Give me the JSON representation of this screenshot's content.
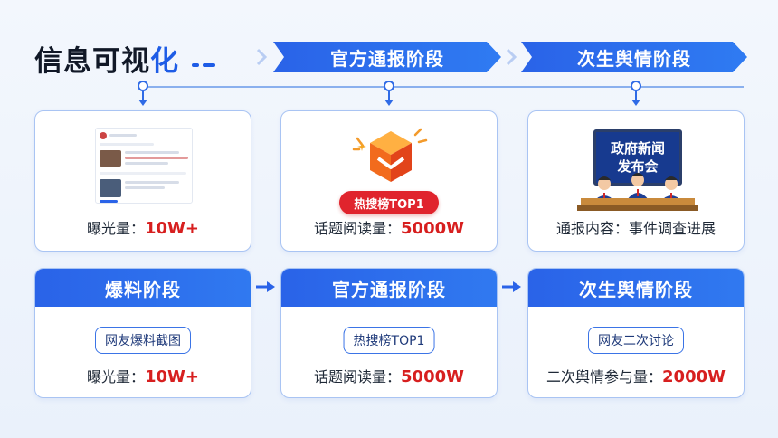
{
  "title": {
    "main": "信息可视",
    "accent": "化"
  },
  "banners": [
    "官方通报阶段",
    "次生舆情阶段"
  ],
  "top_cards": [
    {
      "caption_label": "曝光量：",
      "caption_value": "10W+"
    },
    {
      "badge": "热搜榜TOP1",
      "caption_label": "话题阅读量：",
      "caption_value": "5000W"
    },
    {
      "screen_line1": "政府新闻",
      "screen_line2": "发布会",
      "caption_text": "通报内容：事件调查进展"
    }
  ],
  "bottom_cards": [
    {
      "header": "爆料阶段",
      "tag": "网友爆料截图",
      "caption_label": "曝光量：",
      "caption_value": "10W+"
    },
    {
      "header": "官方通报阶段",
      "tag": "热搜榜TOP1",
      "caption_label": "话题阅读量：",
      "caption_value": "5000W"
    },
    {
      "header": "次生舆情阶段",
      "tag": "网友二次讨论",
      "caption_label": "二次舆情参与量：",
      "caption_value": "2000W"
    }
  ],
  "colors": {
    "primary": "#2a63e8",
    "highlight": "#d71f1f",
    "badge": "#e0242d"
  },
  "icons": [
    "chevron-right-icon",
    "arrow-right-icon",
    "cube-icon",
    "sparkle-icon",
    "press-conference-icon"
  ]
}
